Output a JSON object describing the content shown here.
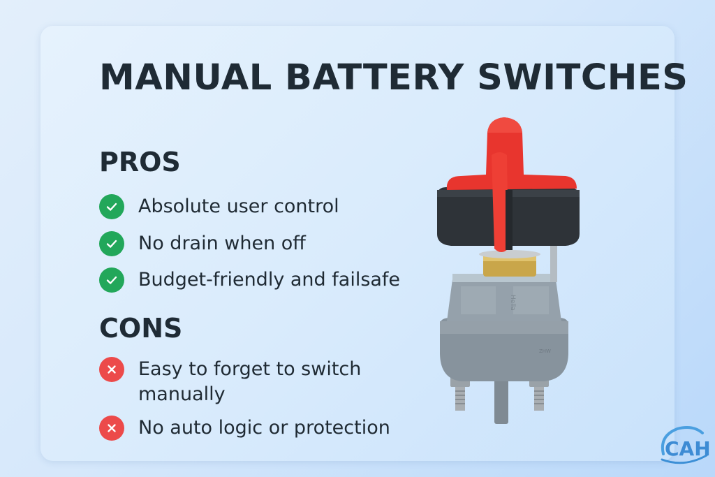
{
  "title": "MANUAL BATTERY SWITCHES",
  "pros": {
    "heading": "PROS",
    "items": [
      {
        "label": "Absolute user control",
        "icon": "check-circle-icon"
      },
      {
        "label": "No drain when off",
        "icon": "check-circle-icon"
      },
      {
        "label": "Budget-friendly and failsafe",
        "icon": "check-circle-icon"
      }
    ]
  },
  "cons": {
    "heading": "CONS",
    "items": [
      {
        "label": "Easy to forget to switch manually",
        "icon": "x-circle-icon"
      },
      {
        "label": "No auto logic or protection",
        "icon": "x-circle-icon"
      }
    ]
  },
  "product_image": {
    "description": "Manual battery disconnect switch with red knob, black collar, brass nut, grey body and two threaded terminals"
  },
  "logo": {
    "text": "CAH"
  },
  "colors": {
    "pro_green": "#22a75a",
    "con_red": "#ec4a4a",
    "text_dark": "#1f2b35",
    "card_bg": "#dcecfc",
    "page_bg": "#cfe4fb"
  }
}
